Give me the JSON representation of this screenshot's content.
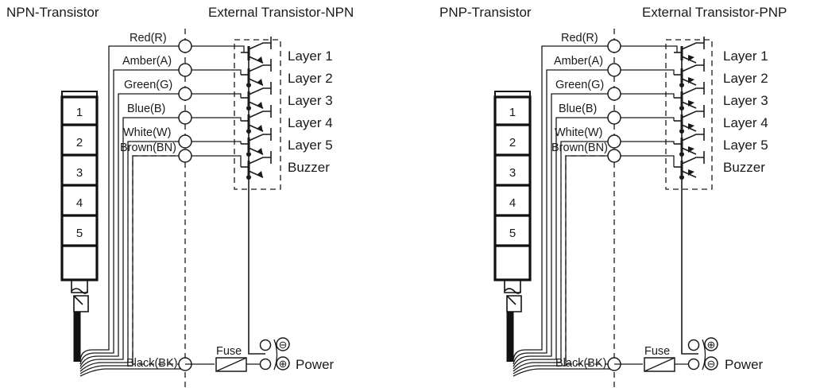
{
  "titles": {
    "npn_tower": "NPN-Transistor",
    "npn_external": "External Transistor-NPN",
    "pnp_tower": "PNP-Transistor",
    "pnp_external": "External Transistor-PNP"
  },
  "tower": {
    "segments": [
      "1",
      "2",
      "3",
      "4",
      "5"
    ]
  },
  "wires": [
    {
      "label": "Red(R)",
      "color_name": "red",
      "hex": "#e02020"
    },
    {
      "label": "Amber(A)",
      "color_name": "amber",
      "hex": "#f0a000"
    },
    {
      "label": "Green(G)",
      "color_name": "green",
      "hex": "#0a9a3c"
    },
    {
      "label": "Blue(B)",
      "color_name": "blue",
      "hex": "#1050d0"
    },
    {
      "label": "White(W)",
      "color_name": "white",
      "hex": "#ffffff"
    },
    {
      "label": "Brown(BN)",
      "color_name": "brown",
      "hex": "#7a4a10"
    }
  ],
  "outputs": [
    "Layer 1",
    "Layer 2",
    "Layer 3",
    "Layer 4",
    "Layer 5",
    "Buzzer"
  ],
  "power": {
    "common_wire": "Black(BK)",
    "fuse_label": "Fuse",
    "power_label": "Power",
    "npn_top_terminal": "⊖",
    "npn_bottom_terminal": "⊕",
    "pnp_top_terminal": "⊕",
    "pnp_bottom_terminal": "⊖"
  },
  "colors": {
    "line": "#1a1a1a",
    "text": "#1a1a1a",
    "background": "#ffffff",
    "cable": "#111111"
  }
}
